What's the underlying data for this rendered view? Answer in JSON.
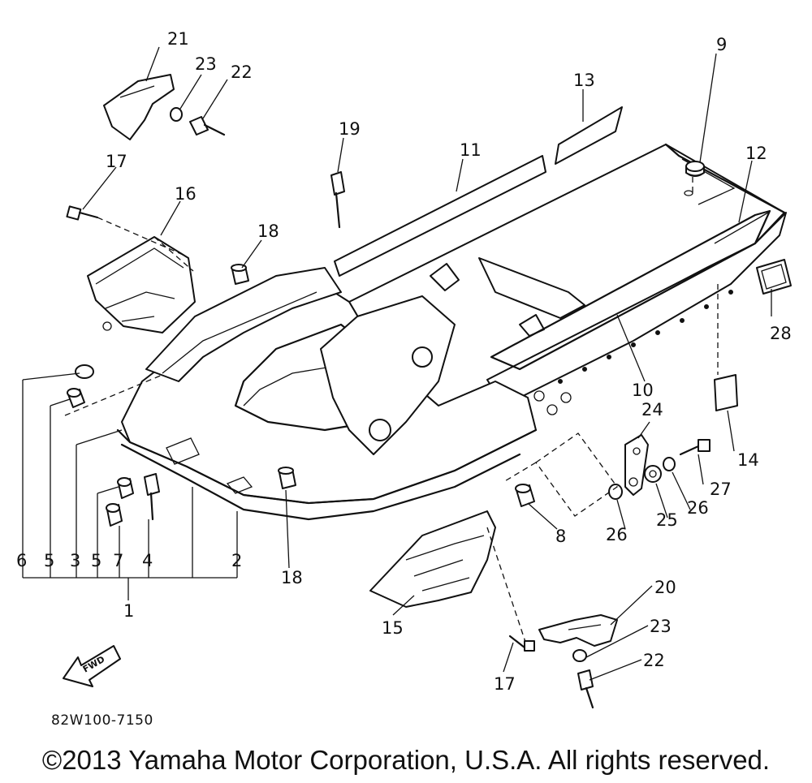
{
  "callouts": {
    "n1": "1",
    "n2": "2",
    "n3": "3",
    "n4": "4",
    "n5a": "5",
    "n5b": "5",
    "n6": "6",
    "n7": "7",
    "n8": "8",
    "n9": "9",
    "n10": "10",
    "n11": "11",
    "n12": "12",
    "n13": "13",
    "n14": "14",
    "n15": "15",
    "n16": "16",
    "n17a": "17",
    "n17b": "17",
    "n18a": "18",
    "n18b": "18",
    "n19": "19",
    "n20": "20",
    "n21": "21",
    "n22a": "22",
    "n22b": "22",
    "n23a": "23",
    "n23b": "23",
    "n24": "24",
    "n25": "25",
    "n26a": "26",
    "n26b": "26",
    "n27": "27",
    "n28": "28"
  },
  "fwd_label": "FWD",
  "diagram_code": "82W100-7150",
  "copyright": "©2013 Yamaha Motor Corporation, U.S.A. All rights reserved."
}
